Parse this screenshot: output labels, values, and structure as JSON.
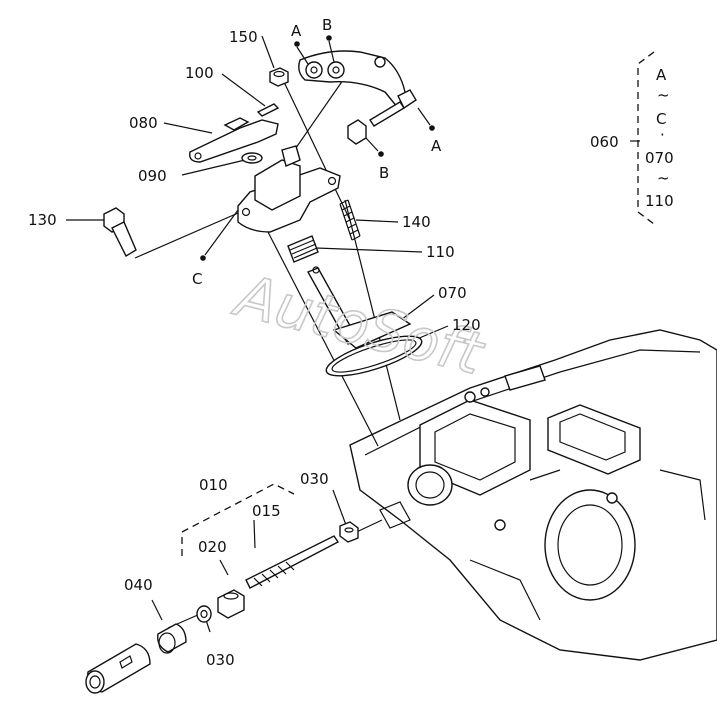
{
  "labels": {
    "p150": "150",
    "p100": "100",
    "p080": "080",
    "p090": "090",
    "p130": "130",
    "p140": "140",
    "p110": "110",
    "p070": "070",
    "p120": "120",
    "p010": "010",
    "p015": "015",
    "p020": "020",
    "p030a": "030",
    "p030b": "030",
    "p040": "040",
    "p060": "060"
  },
  "refs": {
    "a_top": "A",
    "b_top": "B",
    "a_right": "A",
    "b_right": "B",
    "c_left": "C"
  },
  "range_060": {
    "line1": "A",
    "tilde1": "~",
    "line2": "C",
    "dot": "·",
    "line3": "070",
    "tilde2": "~",
    "line4": "110"
  },
  "watermark": "AutoSoft"
}
